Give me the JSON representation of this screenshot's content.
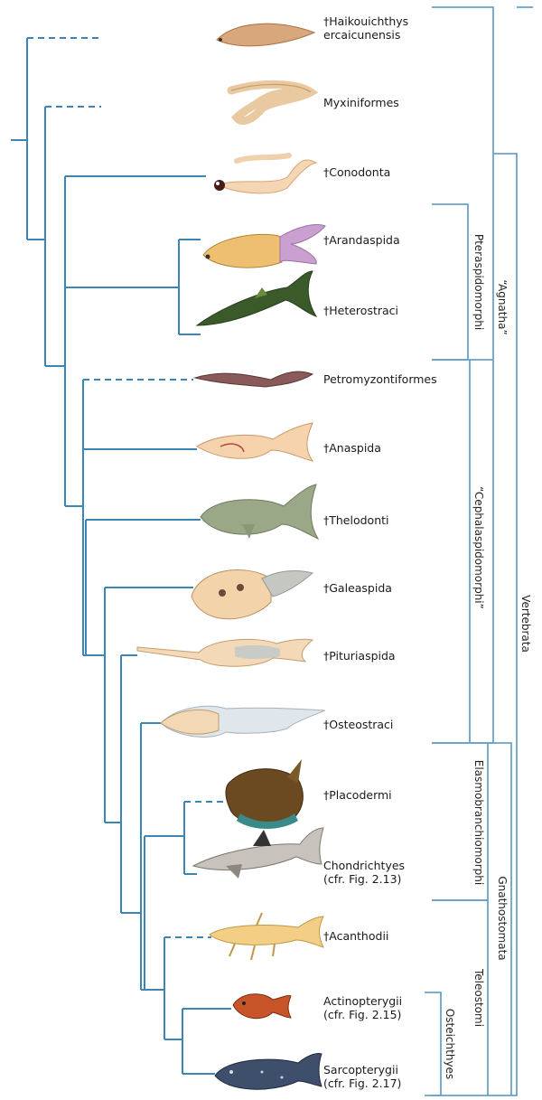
{
  "taxa": [
    {
      "lines": [
        "†Haikouichthys",
        "ercaicunensis"
      ]
    },
    {
      "lines": [
        "Myxiniformes"
      ]
    },
    {
      "lines": [
        "†Conodonta"
      ]
    },
    {
      "lines": [
        "†Arandaspida"
      ]
    },
    {
      "lines": [
        "†Heterostraci"
      ]
    },
    {
      "lines": [
        "Petromyzontiformes"
      ]
    },
    {
      "lines": [
        "†Anaspida"
      ]
    },
    {
      "lines": [
        "†Thelodonti"
      ]
    },
    {
      "lines": [
        "†Galeaspida"
      ]
    },
    {
      "lines": [
        "†Pituriaspida"
      ]
    },
    {
      "lines": [
        "†Osteostraci"
      ]
    },
    {
      "lines": [
        "†Placodermi"
      ]
    },
    {
      "lines": [
        "Chondrichtyes",
        "(cfr. Fig. 2.13)"
      ]
    },
    {
      "lines": [
        "†Acanthodii"
      ]
    },
    {
      "lines": [
        "Actinopterygii",
        "(cfr. Fig. 2.15)"
      ]
    },
    {
      "lines": [
        "Sarcopterygii",
        "(cfr. Fig. 2.17)"
      ]
    }
  ],
  "groups": {
    "pteraspidomorphi": "Pteraspidomorphi",
    "agnatha": "“Agnatha”",
    "cephalaspidomorphi": "“Cephalaspidomorphi”",
    "vertebrata": "Vertebrata",
    "elasmobranchiomorphi": "Elasmobranchiomorphi",
    "gnathostomata": "Gnathostomata",
    "teleostomi": "Teleostomi",
    "osteichthyes": "Osteichthyes"
  },
  "colors": {
    "tree": "#3d85b4",
    "bracket": "#6aa3c9"
  },
  "icons": [
    "haikouichthys-icon",
    "hagfish-icon",
    "conodont-icon",
    "arandaspid-icon",
    "heterostracan-icon",
    "lamprey-icon",
    "anaspid-icon",
    "thelodont-icon",
    "galeaspid-icon",
    "pituriaspid-icon",
    "osteostracan-icon",
    "placoderm-icon",
    "shark-icon",
    "acanthodian-icon",
    "actinopterygian-icon",
    "coelacanth-icon"
  ]
}
